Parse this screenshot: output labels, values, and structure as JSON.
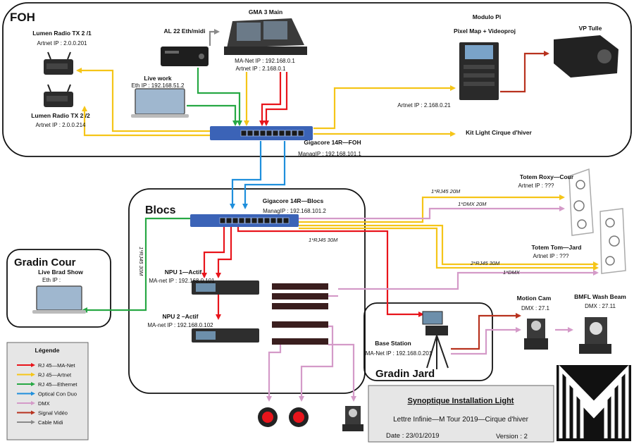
{
  "zones": {
    "foh": "FOH",
    "blocs": "Blocs",
    "gradin_cour": "Gradin Cour",
    "gradin_jard": "Gradin Jard"
  },
  "devices": {
    "gma3": {
      "name": "GMA 3 Main",
      "ip1": "MA-Net IP : 192.168.0.1",
      "ip2": "Artnet IP : 2.168.0.1"
    },
    "al22": {
      "name": "AL 22 Eth/midi"
    },
    "lumen1": {
      "name": "Lumen Radio TX 2 /1",
      "ip": "Artnet IP : 2.0.0.201"
    },
    "lumen2": {
      "name": "Lumen Radio TX 2 /2",
      "ip": "Artnet IP : 2.0.0.214"
    },
    "livework": {
      "name": "Live work",
      "ip": "Eth IP : 192.168.51.2"
    },
    "modulo": {
      "name": "Modulo Pi",
      "sub": "Pixel Map + Videoproj",
      "ip": "Artnet IP : 2.168.0.21"
    },
    "vp": {
      "name": "VP Tulle"
    },
    "kitlight": {
      "name": "Kit Light Cirque d'hiver"
    },
    "gc_foh": {
      "name": "Gigacore 14R—FOH",
      "ip": "ManagIP : 192.168.101.1"
    },
    "gc_blocs": {
      "name": "Gigacore 14R—Blocs",
      "ip": "ManagIP : 192.168.101.2"
    },
    "npu1": {
      "name": "NPU 1—Actif",
      "ip": "MA-net IP : 192.168.0.101"
    },
    "npu2": {
      "name": "NPU 2 –Actif",
      "ip": "MA-net IP : 192.168.0.102"
    },
    "brad": {
      "name": "Live Brad Show",
      "ip": "Eth IP :"
    },
    "totem_roxy": {
      "name": "Totem Roxy—Cour",
      "ip": "Artnet IP : ???"
    },
    "totem_tom": {
      "name": "Totem Tom—Jard",
      "ip": "Artnet IP : ???"
    },
    "base": {
      "name": "Base Station",
      "ip": "MA-Net IP : 192.168.0.201"
    },
    "motioncam": {
      "name": "Motion Cam",
      "dmx": "DMX : 27.1"
    },
    "bmfl": {
      "name": "BMFL Wash Beam",
      "dmx": "DMX : 27.11"
    }
  },
  "cable_labels": {
    "rj45_20m": "1*RJ45 20M",
    "dmx_20m": "1*DMX 20M",
    "rj45_30m": "1*RJ45 30M",
    "rj45_30m_side": "1*RJ45 30M",
    "rj45_30m_2": "2*RJ45 30M",
    "dmx_1": "1*DMX"
  },
  "legend": {
    "title": "Légende",
    "items": [
      {
        "label": "RJ 45—MA-Net",
        "color": "#e8141b"
      },
      {
        "label": "RJ 45—Artnet",
        "color": "#f5c518"
      },
      {
        "label": "RJ 45—Ethernet",
        "color": "#27a844"
      },
      {
        "label": "Optical Con Duo",
        "color": "#1f8fdc"
      },
      {
        "label": "DMX",
        "color": "#d49ac8"
      },
      {
        "label": "Signal Vidéo",
        "color": "#b8321e"
      },
      {
        "label": "Cable Midi",
        "color": "#8a8a8a"
      }
    ]
  },
  "title_block": {
    "title": "Synoptique Installation Light",
    "subtitle": "Lettre Infinie—M Tour 2019—Cirque d'hiver",
    "date": "Date : 23/01/2019",
    "version": "Version : 2"
  },
  "colors": {
    "manet": "#e8141b",
    "artnet": "#f5c518",
    "ethernet": "#27a844",
    "optical": "#1f8fdc",
    "dmx": "#d49ac8",
    "video": "#b8321e",
    "midi": "#8a8a8a",
    "switch": "#3b63b7"
  }
}
